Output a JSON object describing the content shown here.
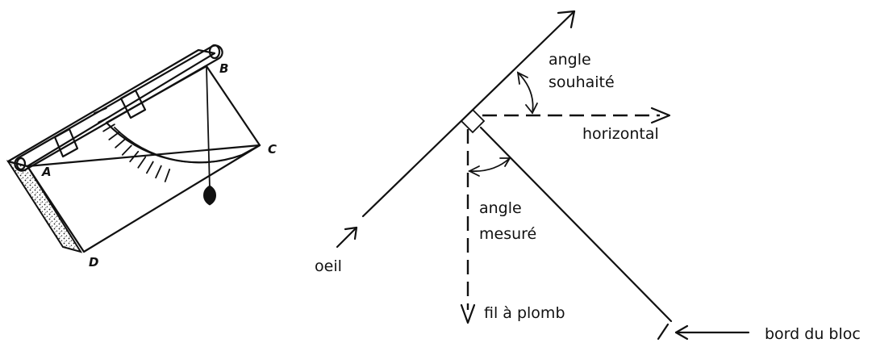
{
  "clinometer": {
    "points": {
      "A": "A",
      "B": "B",
      "C": "C",
      "D": "D"
    }
  },
  "geometry": {
    "line_of_sight": "oeil",
    "horizontal": "horizontal",
    "plumb": "fil à plomb",
    "desired_angle": [
      "angle",
      "souhaité"
    ],
    "measured_angle": [
      "angle",
      "mesuré"
    ],
    "block_edge": "bord du bloc"
  },
  "colors": {
    "ink": "#111111",
    "background": "#ffffff",
    "wood": "#ffffff"
  }
}
